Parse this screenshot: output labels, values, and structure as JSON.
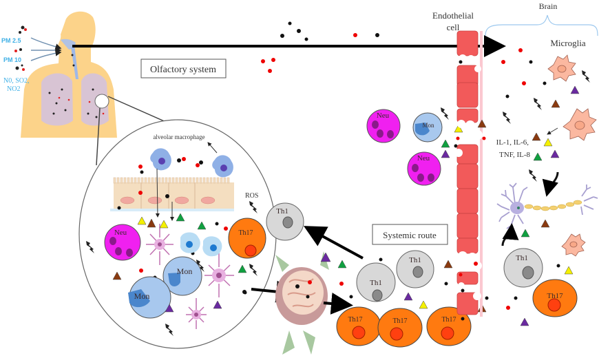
{
  "title": "Air pollution exposure routes to the brain",
  "pollutants": {
    "pm25": "PM 2.5",
    "pm10": "PM 10",
    "gases_line1": "N0, SO2,",
    "gases_line2": "NO2"
  },
  "labels": {
    "olfactory": "Olfactory system",
    "systemic": "Systemic route",
    "endothelial_line1": "Endothelial",
    "endothelial_line2": "cell",
    "brain": "Brain",
    "microglia": "Microglia",
    "alveolar_macrophage": "alveolar  macrophage",
    "ros": "ROS",
    "cytokines_line1": "IL-1, IL-6,",
    "cytokines_line2": "TNF, IL-8"
  },
  "cells": {
    "neu": "Neu",
    "mon": "Mon",
    "th1": "Th1",
    "th17": "Th17"
  },
  "colors": {
    "body": "#fcd38a",
    "lung": "#d8c4d4",
    "neu": "#f020f0",
    "neu_nucleus": "#8a1a8a",
    "mon": "#a8c8ee",
    "mon_nucleus": "#4a86cc",
    "th1": "#d8d8d8",
    "th1_nucleus": "#8a8a8a",
    "th17": "#ff7a10",
    "th17_nucleus": "#ff4010",
    "endothelium": "#f25a5a",
    "particle_black": "#000000",
    "particle_red": "#ee0000",
    "microglia": "#fbb8a0",
    "tri_yellow": "#f4f000",
    "tri_brown": "#8a3a10",
    "tri_green": "#10a040",
    "tri_purple": "#6a2aa0",
    "brace": "#9cc8ee",
    "pm_text": "#3fb0e6"
  }
}
